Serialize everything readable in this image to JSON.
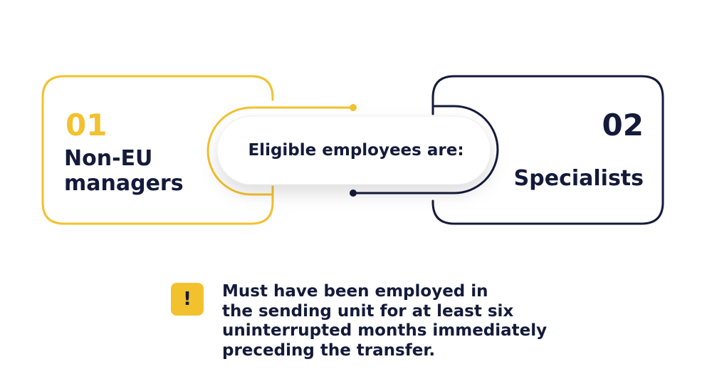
{
  "items": [
    {
      "number": "01",
      "title": "Non-EU\nmanagers"
    },
    {
      "number": "02",
      "title": "Specialists"
    }
  ],
  "center_label": "Eligible employees are:",
  "note": {
    "icon": "exclamation-icon",
    "symbol": "!",
    "text": "Must have been employed in\nthe sending unit for at least six\nuninterrupted months immediately\npreceding the transfer."
  },
  "colors": {
    "accent": "#f2c12e",
    "dark": "#141a3a",
    "pill": "#ffffff"
  }
}
